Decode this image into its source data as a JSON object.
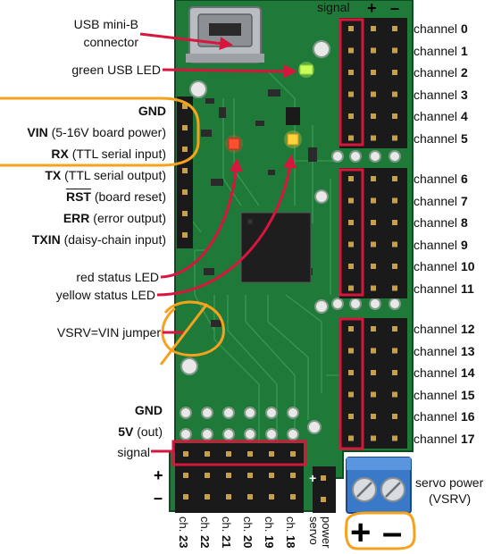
{
  "top_labels": {
    "signal": "signal",
    "plus": "+",
    "minus": "–"
  },
  "left_callouts": {
    "usb_connector_line1": "USB mini-B",
    "usb_connector_line2": "connector",
    "green_led": "green USB LED",
    "red_led": "red status LED",
    "yellow_led": "yellow status LED",
    "vsrv_jumper": "VSRV=VIN jumper"
  },
  "pins": {
    "gnd": {
      "name": "GND",
      "desc": ""
    },
    "vin": {
      "name": "VIN",
      "desc": " (5-16V board power)"
    },
    "rx": {
      "name": "RX",
      "desc": " (TTL serial input)"
    },
    "tx": {
      "name": "TX",
      "desc": " (TTL serial output)"
    },
    "rst": {
      "name": "RST",
      "desc": " (board reset)"
    },
    "err": {
      "name": "ERR",
      "desc": " (error output)"
    },
    "txin": {
      "name": "TXIN",
      "desc": " (daisy-chain input)"
    }
  },
  "bottom_left": {
    "gnd": "GND",
    "v5_name": "5V",
    "v5_desc": " (out)",
    "signal": "signal",
    "plus": "+",
    "minus": "–"
  },
  "channels": [
    {
      "prefix": "channel ",
      "num": "0"
    },
    {
      "prefix": "channel ",
      "num": "1"
    },
    {
      "prefix": "channel ",
      "num": "2"
    },
    {
      "prefix": "channel ",
      "num": "3"
    },
    {
      "prefix": "channel ",
      "num": "4"
    },
    {
      "prefix": "channel ",
      "num": "5"
    },
    {
      "prefix": "channel ",
      "num": "6"
    },
    {
      "prefix": "channel ",
      "num": "7"
    },
    {
      "prefix": "channel ",
      "num": "8"
    },
    {
      "prefix": "channel ",
      "num": "9"
    },
    {
      "prefix": "channel ",
      "num": "10"
    },
    {
      "prefix": "channel ",
      "num": "11"
    },
    {
      "prefix": "channel ",
      "num": "12"
    },
    {
      "prefix": "channel ",
      "num": "13"
    },
    {
      "prefix": "channel ",
      "num": "14"
    },
    {
      "prefix": "channel ",
      "num": "15"
    },
    {
      "prefix": "channel ",
      "num": "16"
    },
    {
      "prefix": "channel ",
      "num": "17"
    }
  ],
  "bottom_channels": [
    {
      "prefix": "ch. ",
      "num": "23"
    },
    {
      "prefix": "ch. ",
      "num": "22"
    },
    {
      "prefix": "ch. ",
      "num": "21"
    },
    {
      "prefix": "ch. ",
      "num": "20"
    },
    {
      "prefix": "ch. ",
      "num": "19"
    },
    {
      "prefix": "ch. ",
      "num": "18"
    }
  ],
  "servo_power_vertical": {
    "line1": "servo",
    "line2": "power"
  },
  "servo_power": {
    "line1": "servo power",
    "line2": "(VSRV)",
    "plus": "+",
    "minus": "–"
  },
  "colors": {
    "pcb": "#1f7a3a",
    "pcb_dark": "#145c2a",
    "header": "#1a1a1a",
    "pin": "#c8a04a",
    "highlight_red": "#d6163c",
    "highlight_orange": "#f5a21e",
    "terminal_blue": "#3a78c8",
    "led_green": "#c8ff5a",
    "led_red": "#ff5030",
    "led_yellow": "#ffd23a"
  }
}
